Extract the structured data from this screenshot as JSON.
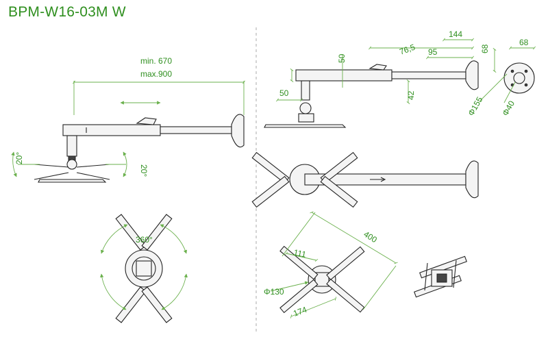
{
  "title": "BPM-W16-03M W",
  "colors": {
    "accent": "#2f8f1f",
    "dimension": "#6ab04c",
    "line": "#222222"
  },
  "side_view": {
    "length_min": "min. 670",
    "length_max": "max.900",
    "tilt_left": "20°",
    "tilt_right": "20°"
  },
  "rotation_view": {
    "rotation": "360°"
  },
  "top_view": {
    "d144": "144",
    "d76_5": "76,5",
    "d95": "95",
    "d68_top": "68",
    "d68_side": "68",
    "d50_top": "50",
    "d50_bottom": "50",
    "d42": "42",
    "phi155": "Φ155",
    "phi40": "Φ40"
  },
  "bracket_view": {
    "d400": "400",
    "d111": "111",
    "phi130": "Φ130",
    "d174": "174"
  }
}
